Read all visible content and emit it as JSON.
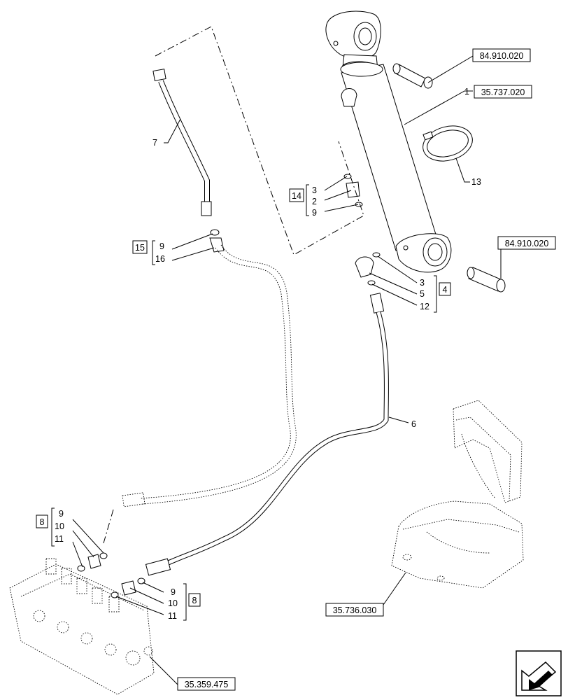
{
  "references": {
    "pin_top": "84.910.020",
    "cylinder": "35.737.020",
    "pin_bottom": "84.910.020",
    "bracket": "35.736.030",
    "valve": "35.359.475"
  },
  "items": {
    "cylinder": "1",
    "adapter_a": "2",
    "oring_a": "3",
    "kit_4": "4",
    "seal_5": "5",
    "hose_6": "6",
    "pipe_7": "7",
    "kit_8": "8",
    "oring_9": "9",
    "adapter_10": "10",
    "seal_11": "11",
    "seal_12": "12",
    "clamp_13": "13",
    "kit_14": "14",
    "kit_15": "15",
    "elbow_16": "16"
  }
}
